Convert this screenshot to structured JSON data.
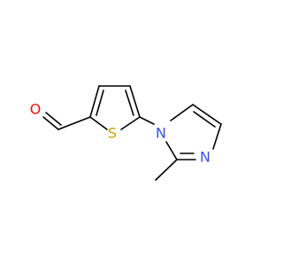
{
  "molecule": {
    "atoms": {
      "oxygen": {
        "label": "O",
        "color": "#ff0d0d"
      },
      "sulfur": {
        "label": "S",
        "color": "#c8a000"
      },
      "nitrogen_1": {
        "label": "N",
        "color": "#3050f8"
      },
      "nitrogen_2": {
        "label": "N",
        "color": "#3050f8"
      }
    },
    "bond_color": "#000000"
  }
}
